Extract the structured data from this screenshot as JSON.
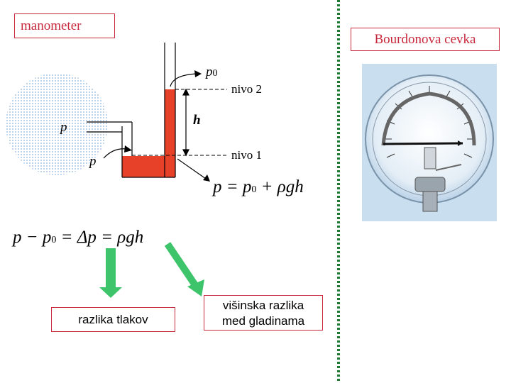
{
  "title_left": "manometer",
  "title_right": "Bourdonova cevka",
  "labels": {
    "p0": "p",
    "p0_sub": "0",
    "h": "h",
    "p_left": "p",
    "p_bottom": "p",
    "nivo2": "nivo 2",
    "nivo1": "nivo 1"
  },
  "equations": {
    "pressure": "p = p",
    "pressure_sub": "0",
    "pressure_tail": " + ρgh",
    "difference": "p − p",
    "difference_sub": "0",
    "difference_tail": " = Δp = ρgh"
  },
  "bottom_left_label": "razlika tlakov",
  "bottom_right_line1": "višinska razlika",
  "bottom_right_line2": "med gladinama",
  "colors": {
    "accent": "#c8283c",
    "liquid": "#e8412a",
    "arrow": "#3ec46a",
    "divider": "#1e7a2e",
    "cloud_dot": "#8fb4d8"
  }
}
